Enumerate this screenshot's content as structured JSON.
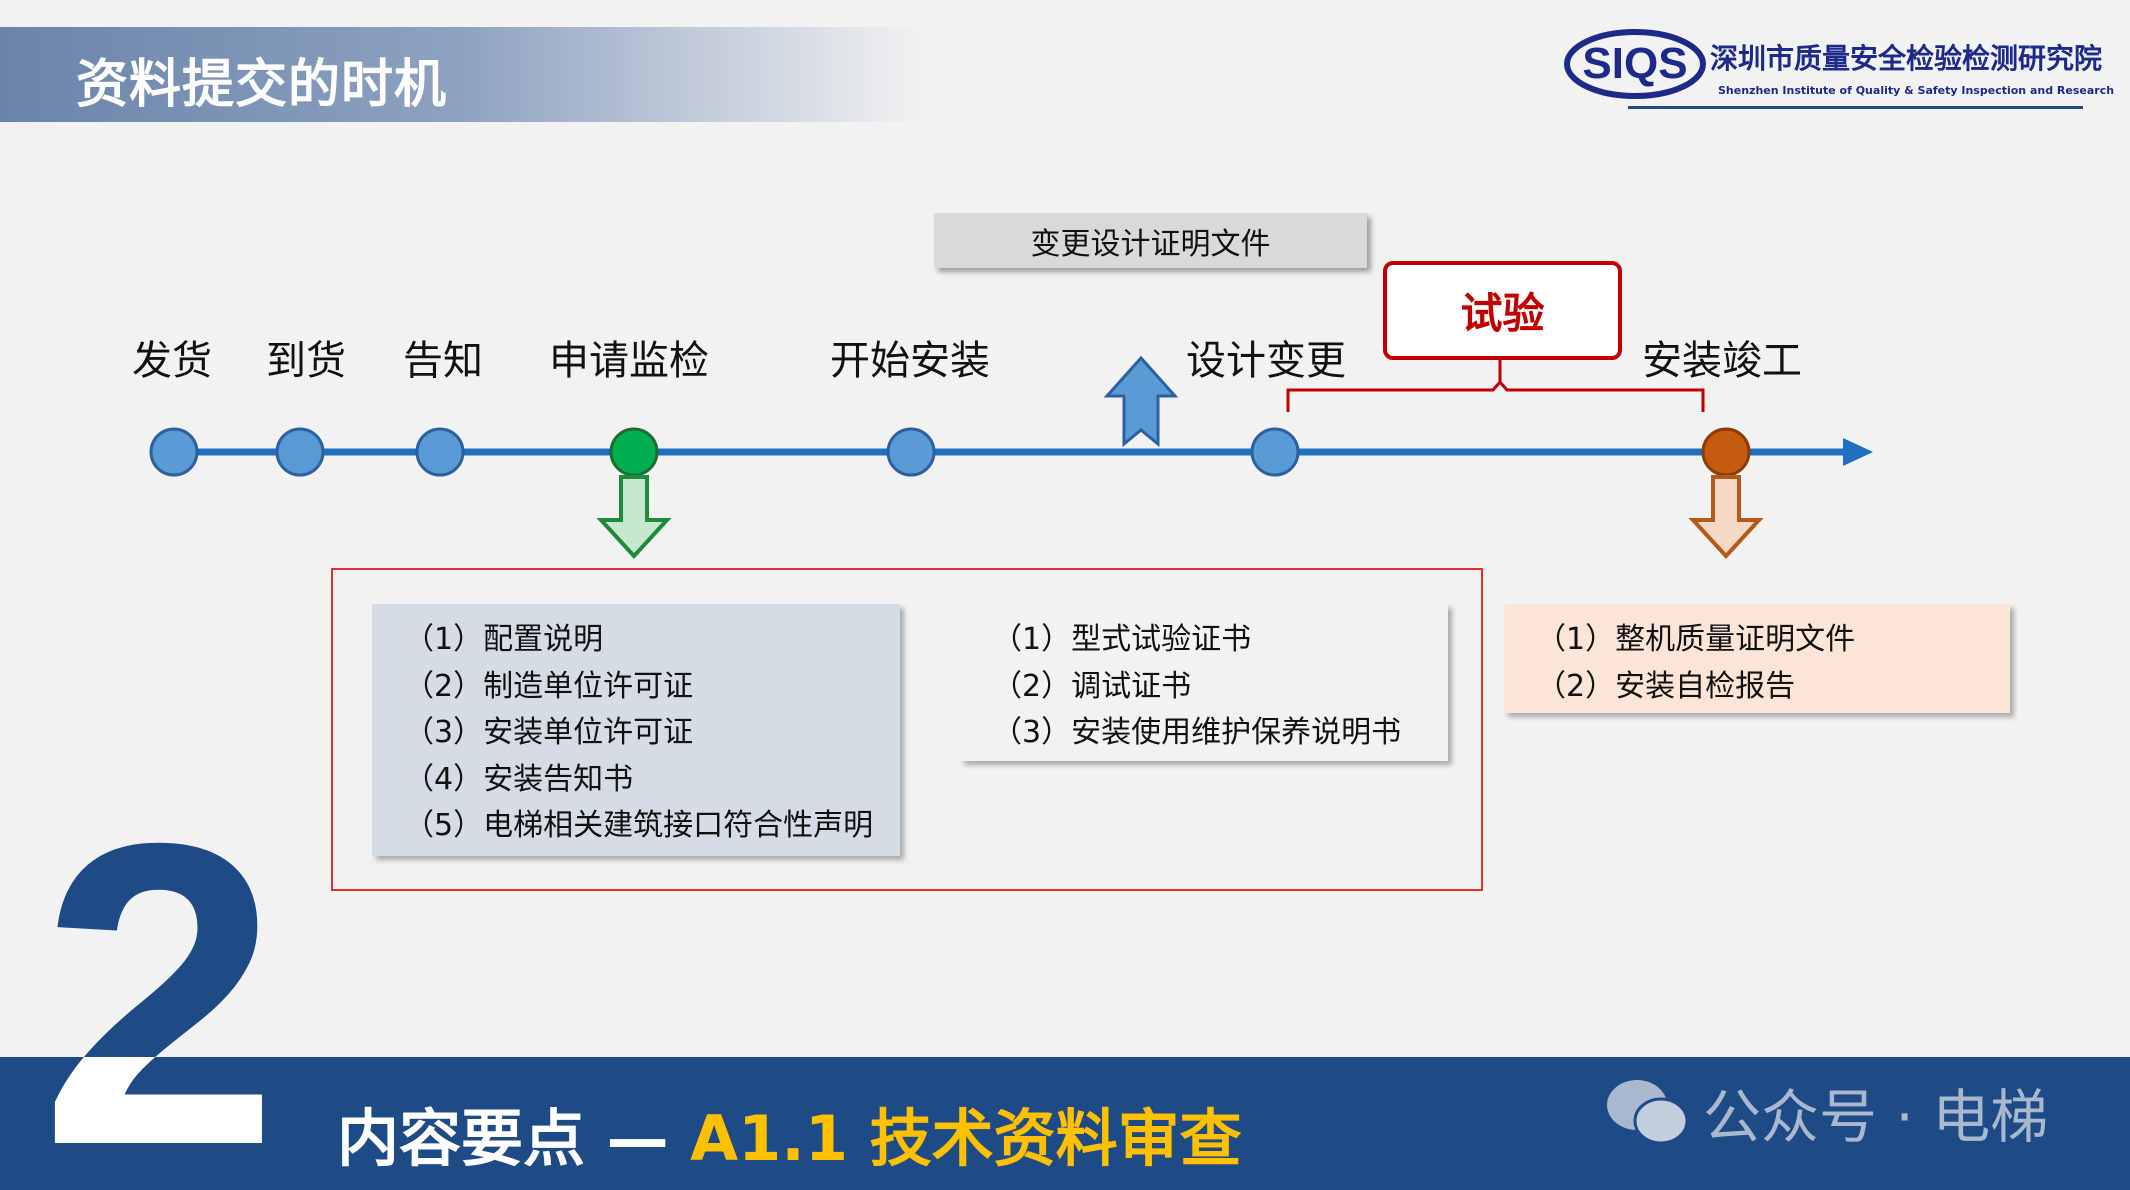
{
  "header": {
    "title": "资料提交的时机",
    "logo_mark": "SIQS",
    "logo_cn": "深圳市质量安全检验检测研究院",
    "logo_en": "Shenzhen Institute of Quality & Safety Inspection and Research"
  },
  "timeline": {
    "stages": [
      "发货",
      "到货",
      "告知",
      "申请监检",
      "开始安装",
      "设计变更",
      "安装竣工"
    ],
    "change_doc": "变更设计证明文件",
    "test_label": "试验"
  },
  "colors": {
    "line": "#1f70c1",
    "node": "#5b9bd5",
    "node_green": "#00b050",
    "node_orange": "#c55a11",
    "test": "#c00000",
    "band": "#1e4a86",
    "accent": "#ffc000"
  },
  "docs": {
    "inspection": [
      "（1）配置说明",
      "（2）制造单位许可证",
      "（3）安装单位许可证",
      "（4）安装告知书",
      "（5）电梯相关建筑接口符合性声明"
    ],
    "testing": [
      "（1）型式试验证书",
      "（2）调试证书",
      "（3）安装使用维护保养说明书"
    ],
    "completion": [
      "（1）整机质量证明文件",
      "（2）安装自检报告"
    ]
  },
  "footer": {
    "number": "2",
    "title": "内容要点 — ",
    "subtitle": "A1.1 技术资料审查",
    "watermark": "公众号 · 电梯"
  }
}
